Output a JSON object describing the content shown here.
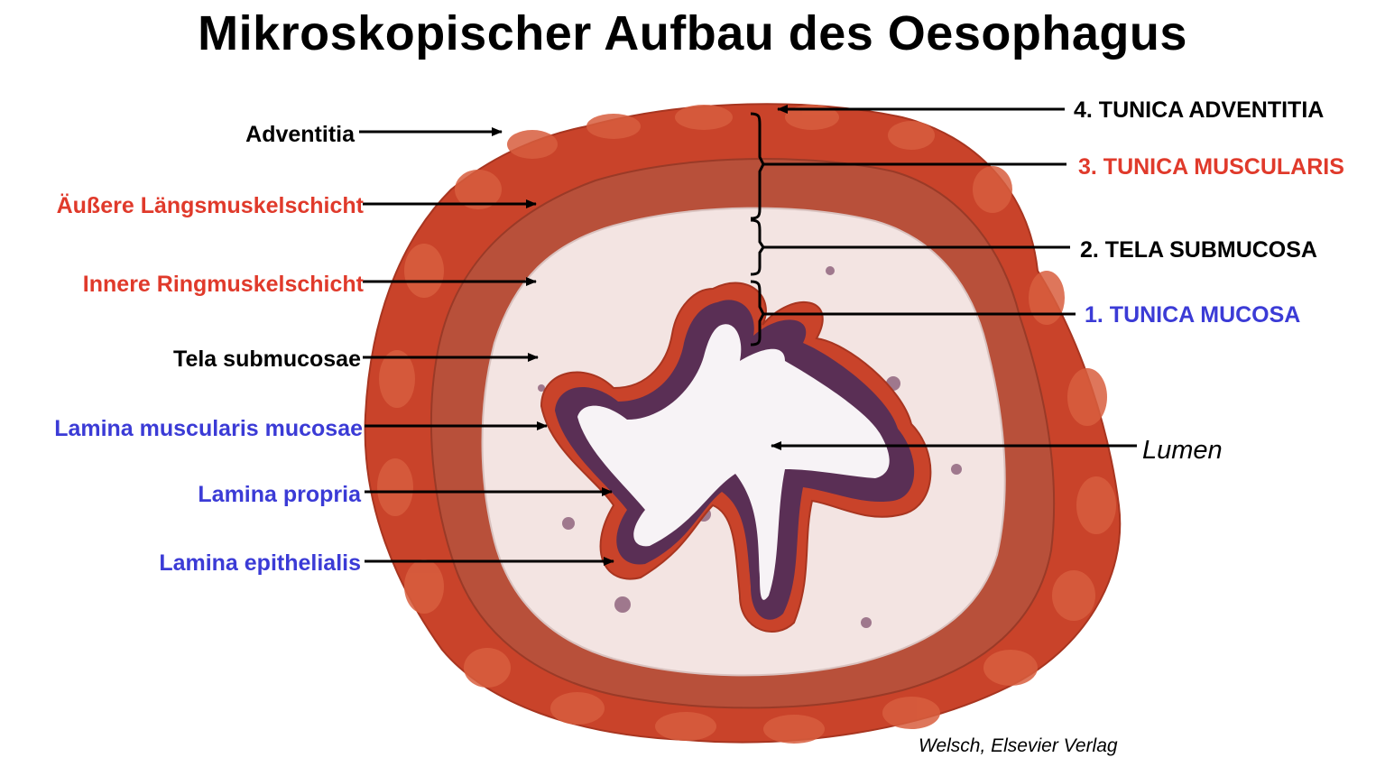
{
  "title": "Mikroskopischer Aufbau des Oesophagus",
  "colors": {
    "red": "#e03a2b",
    "blue": "#3b3bd6",
    "black": "#000000",
    "muscle": "#c9432a",
    "tissue": "#f3e4e2",
    "epithelium": "#5a2f55"
  },
  "left_labels": [
    {
      "text": "Adventitia",
      "color": "black"
    },
    {
      "text": "Äußere Längsmuskelschicht",
      "color": "red"
    },
    {
      "text": "Innere Ringmuskelschicht",
      "color": "red"
    },
    {
      "text": "Tela submucosae",
      "color": "black"
    },
    {
      "text": "Lamina muscularis mucosae",
      "color": "blue"
    },
    {
      "text": "Lamina propria",
      "color": "blue"
    },
    {
      "text": "Lamina epithelialis",
      "color": "blue"
    }
  ],
  "right_labels": [
    {
      "text": "4. TUNICA ADVENTITIA",
      "color": "black"
    },
    {
      "text": "3. TUNICA MUSCULARIS",
      "color": "red"
    },
    {
      "text": "2. TELA SUBMUCOSA",
      "color": "black"
    },
    {
      "text": "1. TUNICA MUCOSA",
      "color": "blue"
    }
  ],
  "lumen_label": "Lumen",
  "credit": "Welsch, Elsevier Verlag"
}
